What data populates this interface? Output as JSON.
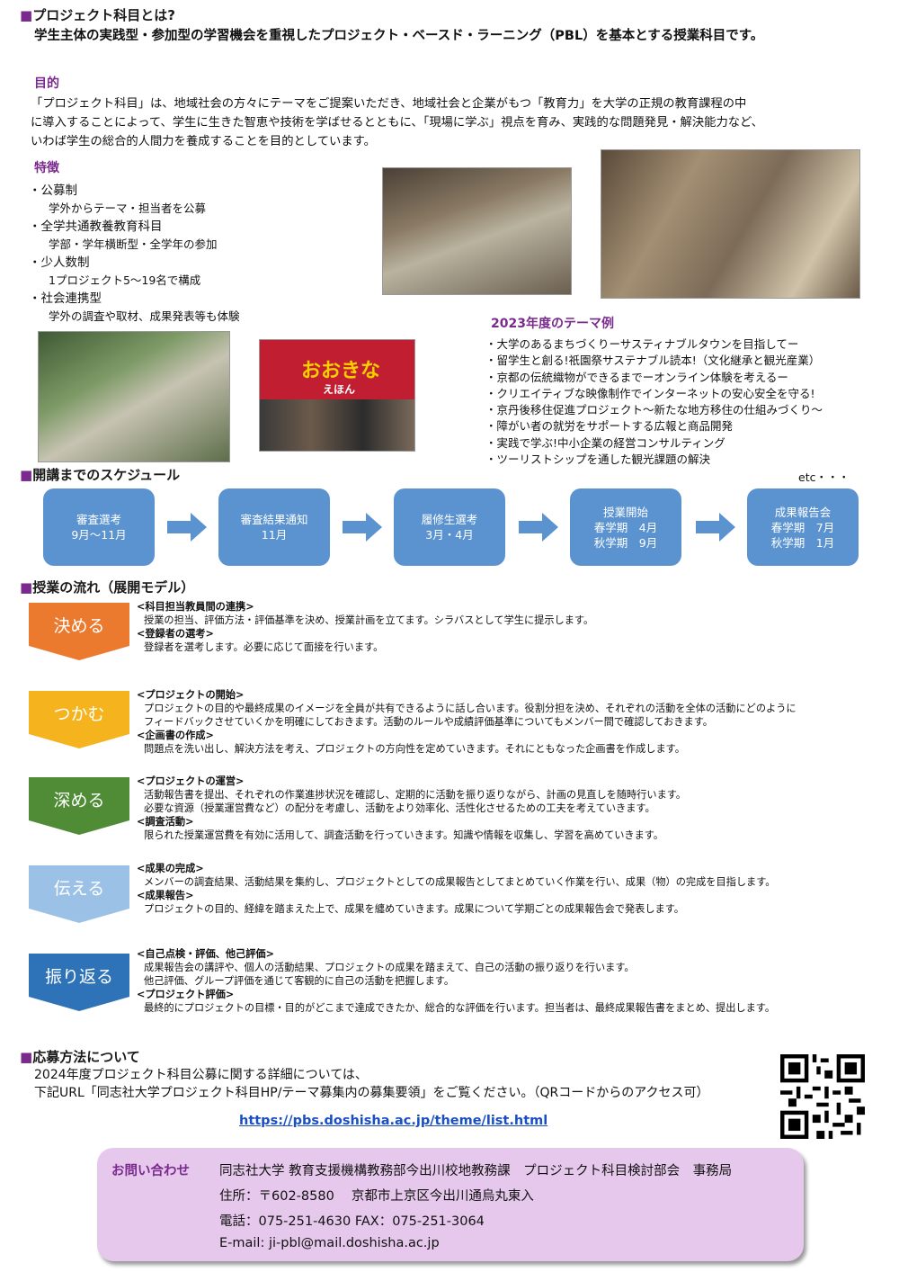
{
  "intro": {
    "heading": "プロジェクト科目とは?",
    "subheading": "学生主体の実践型・参加型の学習機会を重視したプロジェクト・ベースド・ラーニング（PBL）を基本とする授業科目です。"
  },
  "purpose": {
    "heading": "目的",
    "lines": [
      "「プロジェクト科目」は、地域社会の方々にテーマをご提案いただき、地域社会と企業がもつ「教育力」を大学の正規の教育課程の中",
      "に導入することによって、学生に生きた智恵や技術を学ばせるとともに、「現場に学ぶ」視点を育み、実践的な問題発見・解決能力など、",
      "いわば学生の総合的人間力を養成することを目的としています。"
    ]
  },
  "features": {
    "heading": "特徴",
    "items": [
      {
        "title": "・公募制",
        "desc": "学外からテーマ・担当者を公募"
      },
      {
        "title": "・全学共通教養教育科目",
        "desc": "学部・学年横断型・全学年の参加"
      },
      {
        "title": "・少人数制",
        "desc": "1プロジェクト5～19名で構成"
      },
      {
        "title": "・社会連携型",
        "desc": "学外の調査や取材、成果発表等も体験"
      }
    ]
  },
  "themes": {
    "heading": "2023年度のテーマ例",
    "items": [
      "・大学のあるまちづくりーサスティナブルタウンを目指してー",
      "・留学生と創る!祇園祭サステナブル読本!（文化継承と観光産業）",
      "・京都の伝統織物ができるまでーオンライン体験を考えるー",
      "・クリエイティブな映像制作でインターネットの安心安全を守る!",
      "・京丹後移住促進プロジェクト～新たな地方移住の仕組みづくり～",
      "・障がい者の就労をサポートする広報と商品開発",
      "・実践で学ぶ!中小企業の経営コンサルティング",
      "・ツーリストシップを通した観光課題の解決"
    ],
    "etc": "etc・・・"
  },
  "photos": {
    "banner_text": "おおきな",
    "banner_sub": "えほん"
  },
  "schedule": {
    "heading": "開講までのスケジュール",
    "steps": [
      {
        "title": "審査選考",
        "line1": "9月～11月",
        "line2": ""
      },
      {
        "title": "審査結果通知",
        "line1": "11月",
        "line2": ""
      },
      {
        "title": "履修生選考",
        "line1": "3月・4月",
        "line2": ""
      },
      {
        "title": "授業開始",
        "line1": "春学期　4月",
        "line2": "秋学期　9月"
      },
      {
        "title": "成果報告会",
        "line1": "春学期　7月",
        "line2": "秋学期　1月"
      }
    ],
    "colors": {
      "box": "#5b93d0"
    }
  },
  "flow": {
    "heading": "授業の流れ（展開モデル）",
    "steps": [
      {
        "label": "決める",
        "color": "#ec7a2e",
        "sections": [
          {
            "title": "<科目担当教員間の連携>",
            "lines": [
              "授業の担当、評価方法・評価基準を決め、授業計画を立てます。シラバスとして学生に提示します。"
            ]
          },
          {
            "title": "<登録者の選考>",
            "lines": [
              "登録者を選考します。必要に応じて面接を行います。"
            ]
          }
        ]
      },
      {
        "label": "つかむ",
        "color": "#f5b41e",
        "sections": [
          {
            "title": "<プロジェクトの開始>",
            "lines": [
              "プロジェクトの目的や最終成果のイメージを全員が共有できるように話し合います。役割分担を決め、それぞれの活動を全体の活動にどのように",
              "フィードバックさせていくかを明確にしておきます。活動のルールや成績評価基準についてもメンバー間で確認しておきます。"
            ]
          },
          {
            "title": "<企画書の作成>",
            "lines": [
              "問題点を洗い出し、解決方法を考え、プロジェクトの方向性を定めていきます。それにともなった企画書を作成します。"
            ]
          }
        ]
      },
      {
        "label": "深める",
        "color": "#4f8c35",
        "sections": [
          {
            "title": "<プロジェクトの運営>",
            "lines": [
              "活動報告書を提出、それぞれの作業進捗状況を確認し、定期的に活動を振り返りながら、計画の見直しを随時行います。",
              "必要な資源（授業運営費など）の配分を考慮し、活動をより効率化、活性化させるための工夫を考えていきます。"
            ]
          },
          {
            "title": "<調査活動>",
            "lines": [
              "限られた授業運営費を有効に活用して、調査活動を行っていきます。知識や情報を収集し、学習を高めていきます。"
            ]
          }
        ]
      },
      {
        "label": "伝える",
        "color": "#9bc2e6",
        "sections": [
          {
            "title": "<成果の完成>",
            "lines": [
              "メンバーの調査結果、活動結果を集約し、プロジェクトとしての成果報告としてまとめていく作業を行い、成果（物）の完成を目指します。"
            ]
          },
          {
            "title": "<成果報告>",
            "lines": [
              "プロジェクトの目的、経緯を踏まえた上で、成果を纏めていきます。成果について学期ごとの成果報告会で発表します。"
            ]
          }
        ]
      },
      {
        "label": "振り返る",
        "color": "#2e73b8",
        "sections": [
          {
            "title": "<自己点検・評価、他己評価>",
            "lines": [
              "成果報告会の講評や、個人の活動結果、プロジェクトの成果を踏まえて、自己の活動の振り返りを行います。",
              "他己評価、グループ評価を通じて客観的に自己の活動を把握します。"
            ]
          },
          {
            "title": "<プロジェクト評価>",
            "lines": [
              "最終的にプロジェクトの目標・目的がどこまで達成できたか、総合的な評価を行います。担当者は、最終成果報告書をまとめ、提出します。"
            ]
          }
        ]
      }
    ]
  },
  "apply": {
    "heading": "応募方法について",
    "line1": "2024年度プロジェクト科目公募に関する詳細については、",
    "line2": "下記URL「同志社大学プロジェクト科目HP/テーマ募集内の募集要領」をご覧ください。（QRコードからのアクセス可）",
    "url": "https://pbs.doshisha.ac.jp/theme/list.html"
  },
  "contact": {
    "label": "お問い合わせ",
    "org": "同志社大学 教育支援機構教務部今出川校地教務課　プロジェクト科目検討部会　事務局",
    "address": "住所：〒602-8580　 京都市上京区今出川通烏丸東入",
    "phone": "電話：075-251-4630 FAX：075-251-3064",
    "email": "E-mail: ji-pbl@mail.doshisha.ac.jp"
  }
}
